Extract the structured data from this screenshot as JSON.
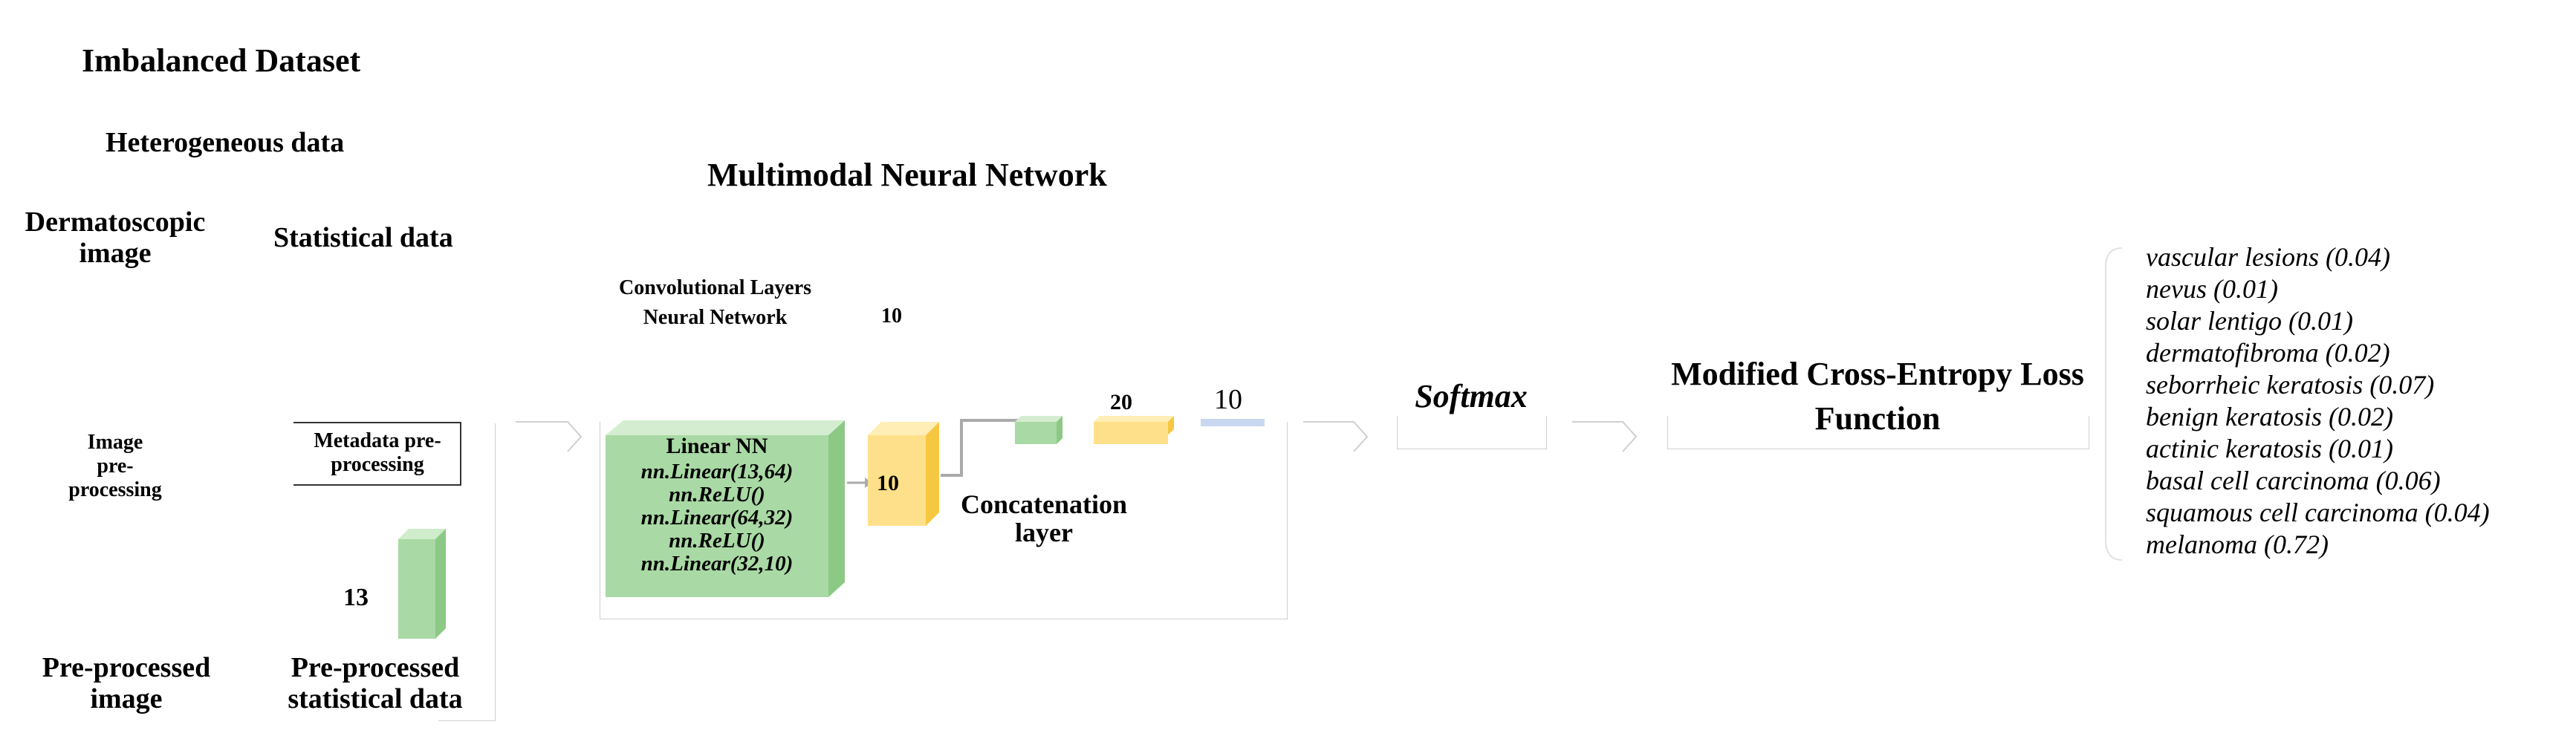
{
  "titles": {
    "imbalanced_dataset": "Imbalanced Dataset",
    "heterogeneous_data": "Heterogeneous data",
    "multimodal_nn": "Multimodal Neural Network"
  },
  "inputs": {
    "dermatoscopic_image": "Dermatoscopic image",
    "statistical_data": "Statistical data",
    "image_preprocessing": "Image pre-processing",
    "metadata_preprocessing": "Metadata pre-processing",
    "meta_dim": "13",
    "preprocessed_image": "Pre-processed image",
    "preprocessed_statistical": "Pre-processed statistical data"
  },
  "network": {
    "conv_label": "Convolutional Layers Neural Network",
    "conv_out": "10",
    "linear_title": "Linear NN",
    "linear_layers": [
      "nn.Linear(13,64)",
      "nn.ReLU()",
      "nn.Linear(64,32)",
      "nn.ReLU()",
      "nn.Linear(32,10)"
    ],
    "linear_out": "10",
    "concat_label": "Concatenation layer",
    "concat_dim": "20",
    "final_dim": "10"
  },
  "softmax": "Softmax",
  "loss": "Modified Cross-Entropy Loss Function",
  "classes": [
    "vascular lesions (0.04)",
    "nevus (0.01)",
    "solar lentigo (0.01)",
    "dermatofibroma (0.02)",
    "seborrheic keratosis (0.07)",
    "benign keratosis (0.02)",
    "actinic keratosis (0.01)",
    "basal cell carcinoma (0.06)",
    "squamous cell carcinoma (0.04)",
    "melanoma (0.72)"
  ],
  "colors": {
    "green": "#a9d9a4",
    "green_dark": "#8cc985",
    "yellow": "#ffe08a",
    "yellow_dark": "#f6c842",
    "blue": "#c9d8f0",
    "border": "#d0d0d0"
  }
}
